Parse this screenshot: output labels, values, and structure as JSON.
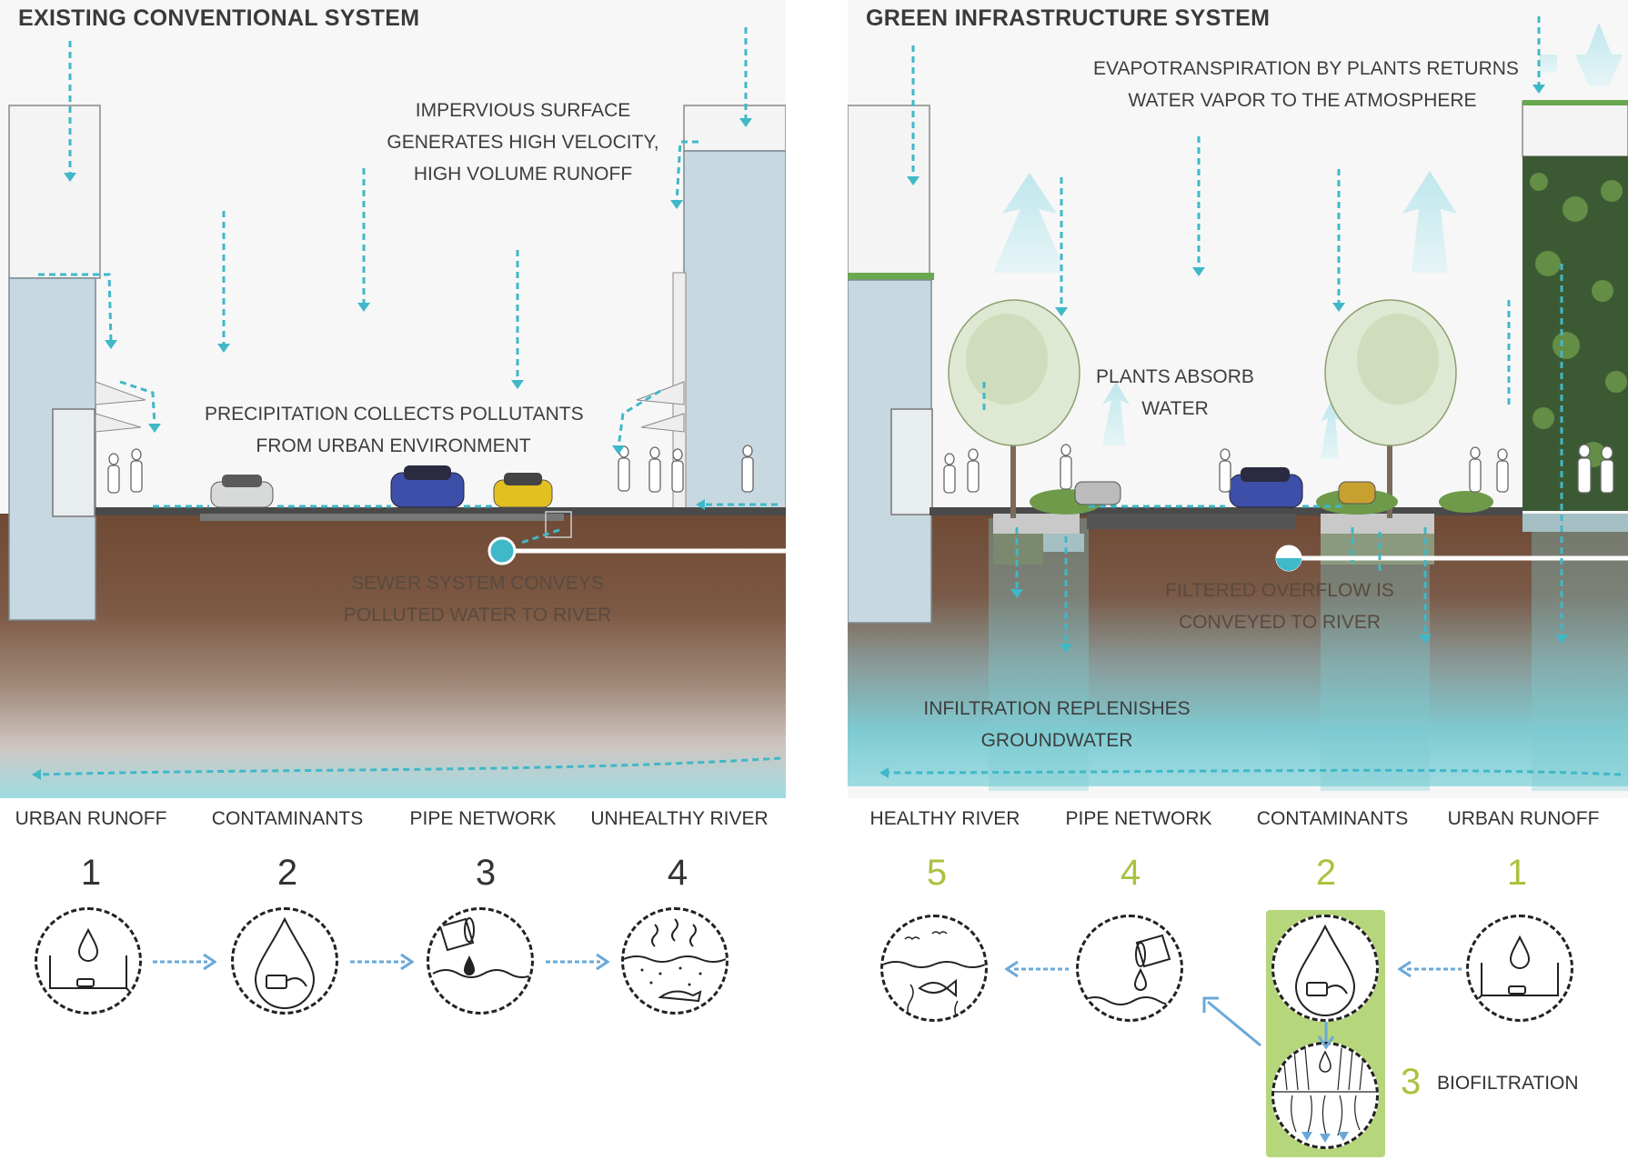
{
  "left_panel": {
    "title": "EXISTING CONVENTIONAL SYSTEM",
    "notes": {
      "impervious": [
        "IMPERVIOUS SURFACE",
        "GENERATES HIGH VELOCITY,",
        "HIGH VOLUME RUNOFF"
      ],
      "precipitation": [
        "PRECIPITATION COLLECTS POLLUTANTS",
        "FROM URBAN ENVIRONMENT"
      ],
      "sewer": [
        "SEWER SYSTEM CONVEYS",
        "POLLUTED WATER TO RIVER"
      ]
    }
  },
  "right_panel": {
    "title": "GREEN INFRASTRUCTURE SYSTEM",
    "notes": {
      "evapotranspiration": [
        "EVAPOTRANSPIRATION BY PLANTS RETURNS",
        "WATER VAPOR TO THE ATMOSPHERE"
      ],
      "absorb": [
        "PLANTS ABSORB",
        "WATER"
      ],
      "overflow": [
        "FILTERED OVERFLOW IS",
        "CONVEYED TO RIVER"
      ],
      "infiltration": [
        "INFILTRATION REPLENISHES",
        "GROUNDWATER"
      ]
    }
  },
  "conventional_steps": [
    {
      "number": "1",
      "label": "URBAN RUNOFF",
      "icon": "urban-runoff-icon"
    },
    {
      "number": "2",
      "label": "CONTAMINANTS",
      "icon": "contaminants-icon"
    },
    {
      "number": "3",
      "label": "PIPE NETWORK",
      "icon": "pipe-network-icon"
    },
    {
      "number": "4",
      "label": "UNHEALTHY RIVER",
      "icon": "unhealthy-river-icon"
    }
  ],
  "green_steps": [
    {
      "number": "5",
      "label": "HEALTHY RIVER",
      "icon": "healthy-river-icon"
    },
    {
      "number": "4",
      "label": "PIPE NETWORK",
      "icon": "pipe-network-icon"
    },
    {
      "number": "2",
      "label": "CONTAMINANTS",
      "icon": "contaminants-icon"
    },
    {
      "number": "1",
      "label": "URBAN RUNOFF",
      "icon": "urban-runoff-icon"
    }
  ],
  "biofiltration": {
    "number": "3",
    "label": "BIOFILTRATION",
    "icon": "biofiltration-icon"
  },
  "colors": {
    "water": "#3fb8c8",
    "arrow": "#6aa8d8",
    "soil": "#7a5640",
    "building": "#c8d8e0",
    "green_number": "#a9c23f",
    "bio_box": "#b6d67c"
  }
}
